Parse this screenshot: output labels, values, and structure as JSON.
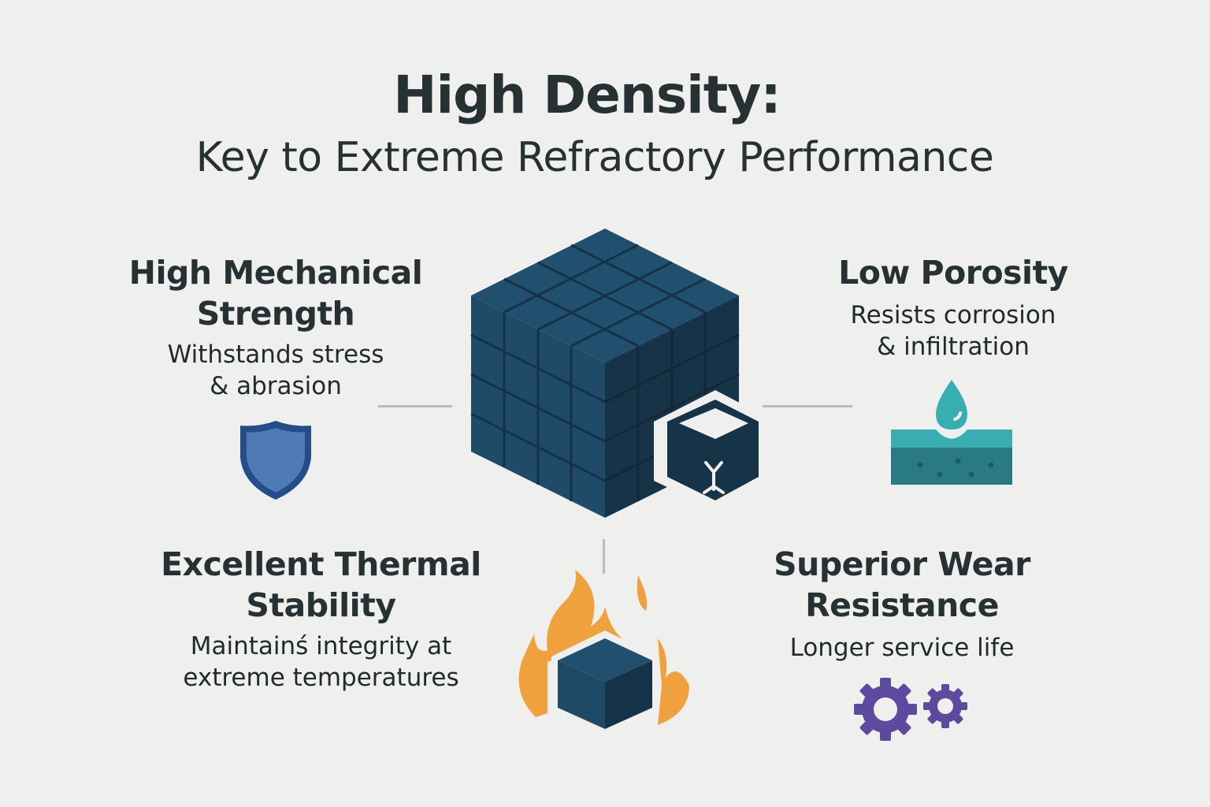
{
  "header": {
    "title": "High Density:",
    "subtitle": "Key to Extreme Refractory Performance"
  },
  "features": [
    {
      "heading_1": "High Mechanical",
      "heading_2": "Strength",
      "desc_1": "Withstands stress",
      "desc_2": "& abrasion",
      "icon": "shield-icon"
    },
    {
      "heading_1": "Low Porosity",
      "desc_1": "Resists corrosion",
      "desc_2": "& infiltration",
      "icon": "water-drop-surface-icon"
    },
    {
      "heading_1": "Excellent Thermal",
      "heading_2": "Stability",
      "desc_1": "Maintainś integrity at",
      "desc_2": "extreme temperatures",
      "icon": "flaming-cube-icon"
    },
    {
      "heading_1": "Superior Wear",
      "heading_2": "Resistance",
      "desc_1": "Longer service life",
      "icon": "gears-icon"
    }
  ],
  "colors": {
    "background": "#efefed",
    "text": "#263134",
    "cube": "#1f4a68",
    "cube_dark": "#173347",
    "shield": "#4f7bb5",
    "teal": "#39aeb0",
    "orange": "#f0a03c",
    "purple": "#5b4a9e"
  }
}
